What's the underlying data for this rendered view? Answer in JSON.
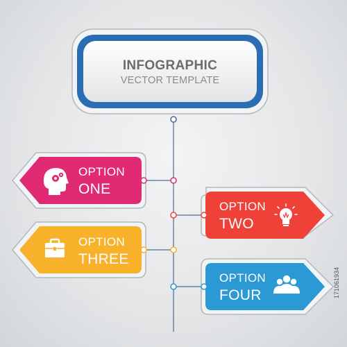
{
  "header": {
    "title": "INFOGRAPHIC",
    "subtitle": "VECTOR TEMPLATE"
  },
  "options": [
    {
      "line1": "OPTION",
      "line2": "ONE",
      "color": "#e02a73",
      "icon": "head-gears-icon"
    },
    {
      "line1": "OPTION",
      "line2": "TWO",
      "color": "#ef4138",
      "icon": "lightbulb-icon"
    },
    {
      "line1": "OPTION",
      "line2": "THREE",
      "color": "#f7b12a",
      "icon": "briefcase-icon"
    },
    {
      "line1": "OPTION",
      "line2": "FOUR",
      "color": "#2b9ad4",
      "icon": "people-group-icon"
    }
  ],
  "accents": {
    "header_border": "#2b6db3",
    "connector": "#4d6a96"
  },
  "watermark": "171061934"
}
